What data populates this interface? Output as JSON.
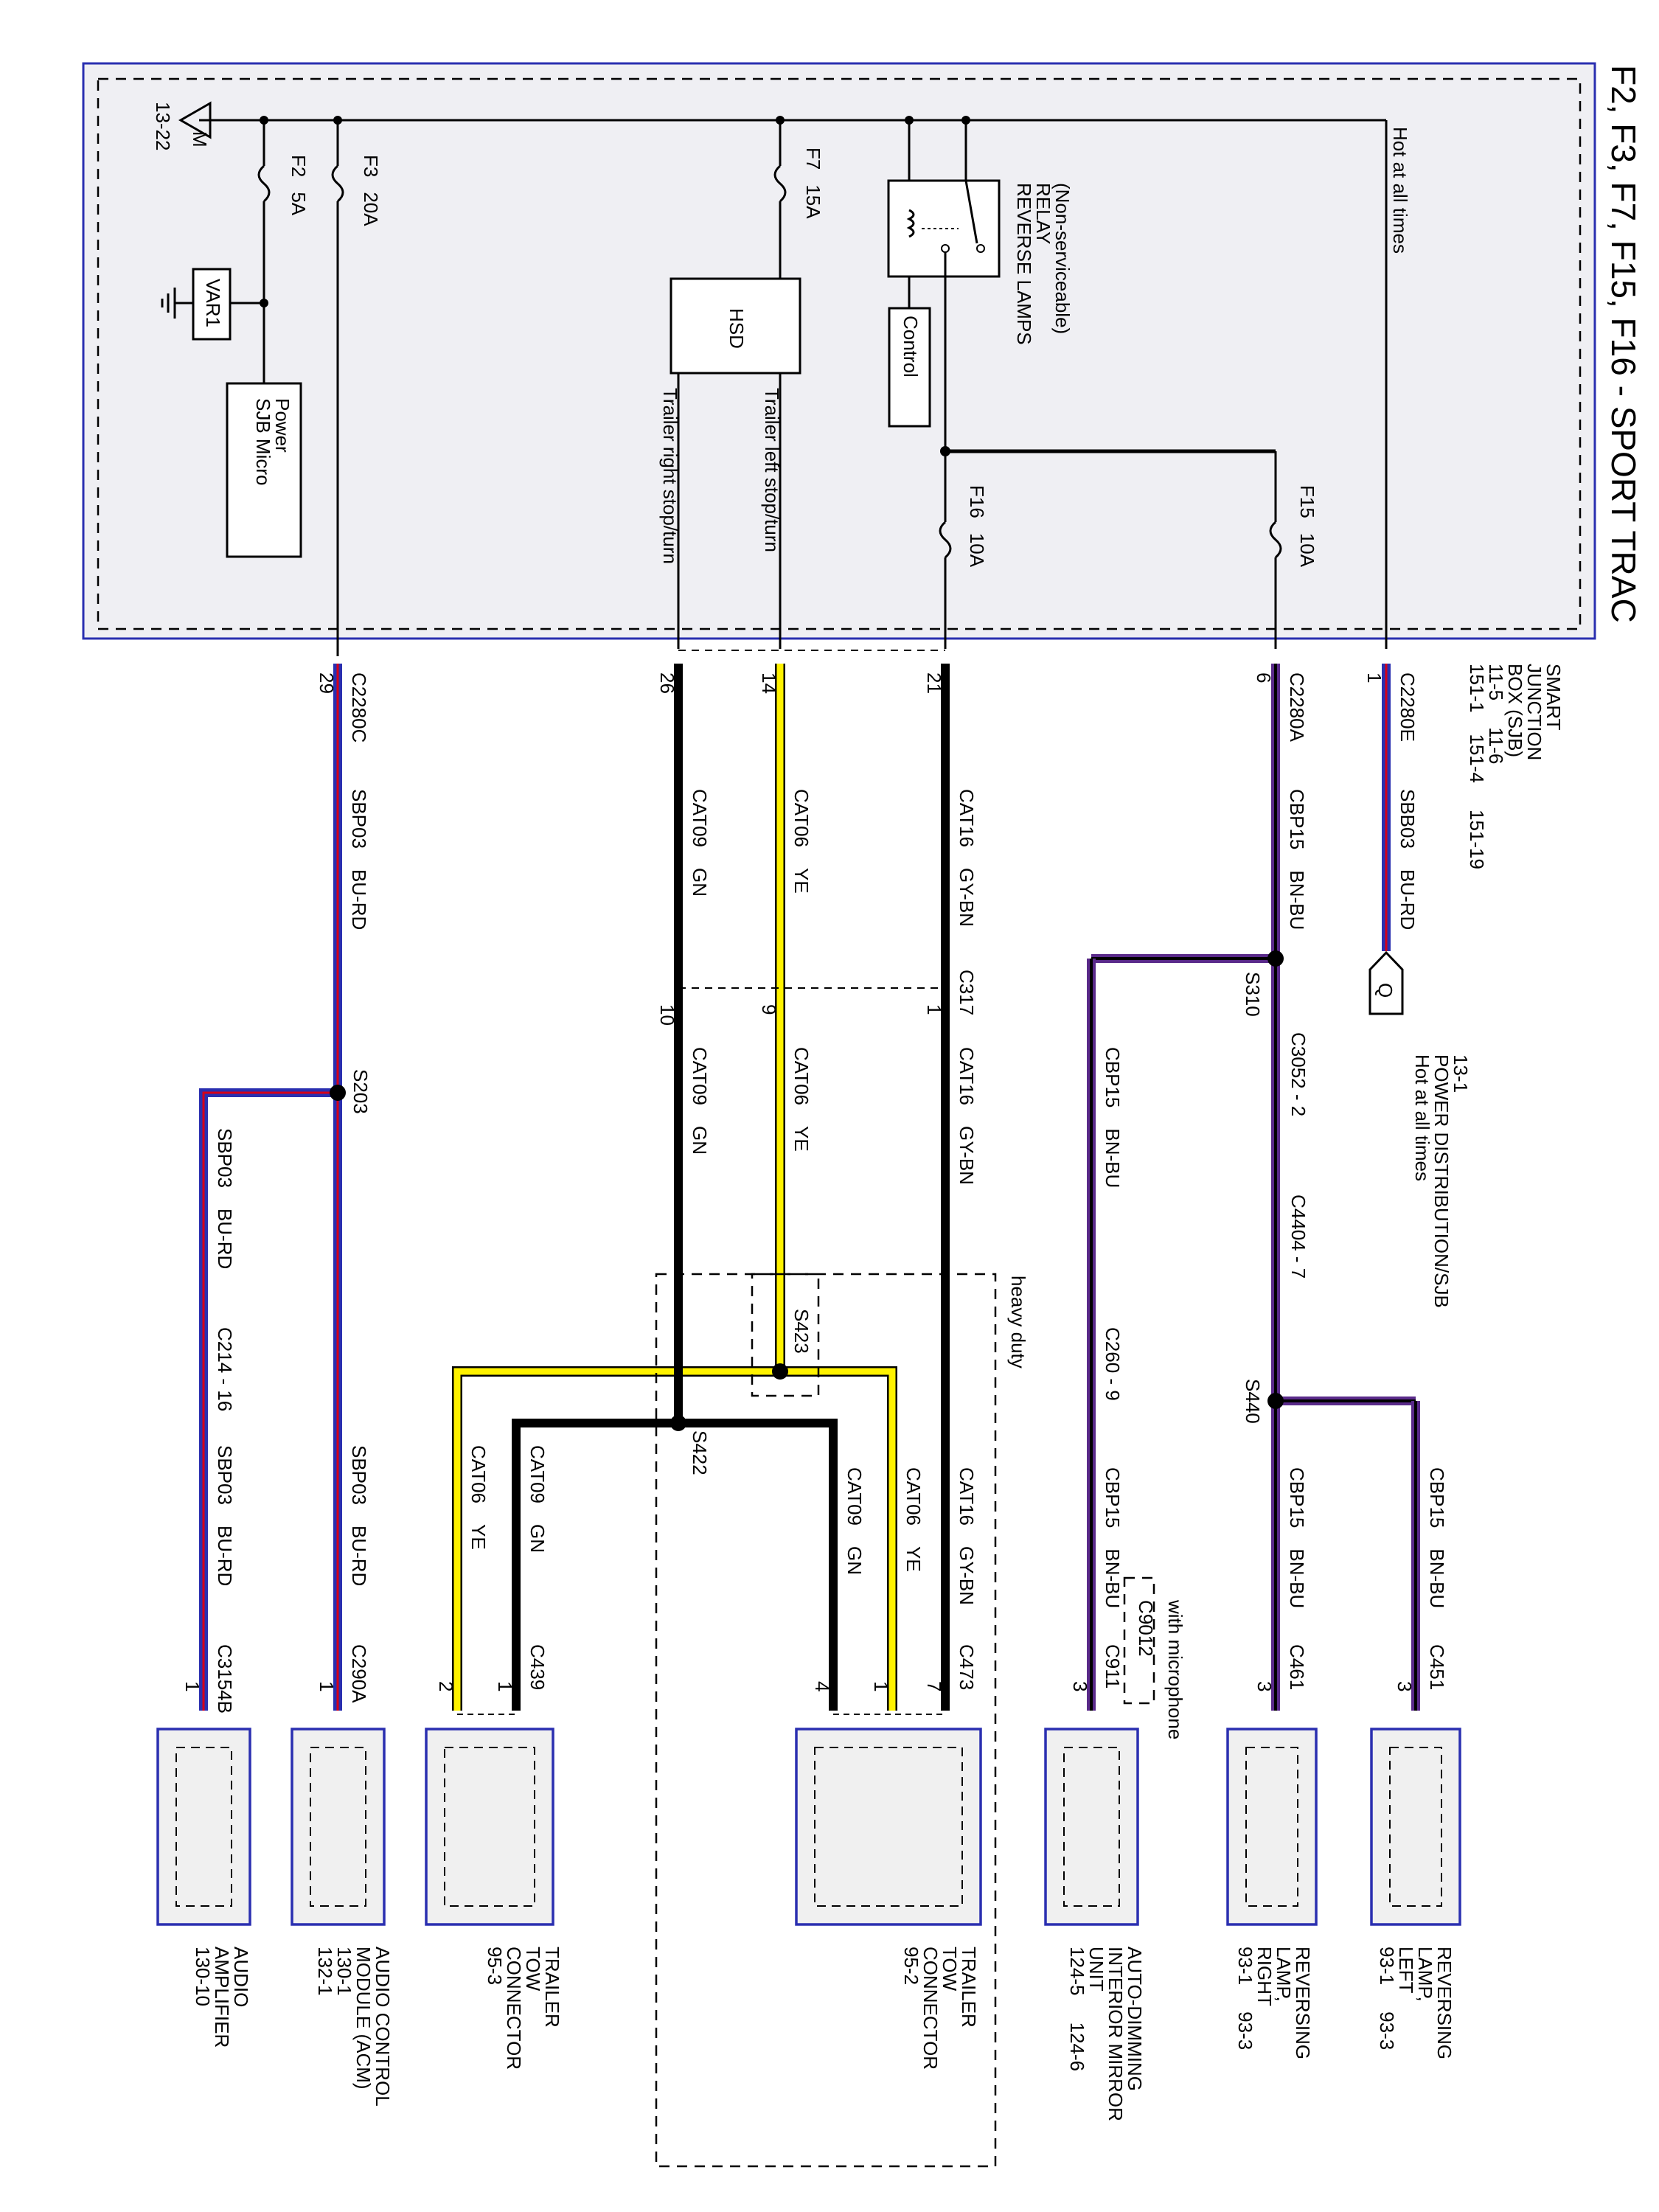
{
  "title": "F2, F3, F7, F15, F16 - SPORT TRAC",
  "colors": {
    "yellow": "#fff200",
    "black": "#000000",
    "blue": "#2a2fb0",
    "red": "#d4001a",
    "purple": "#5a2a8a",
    "box_border": "#2a2fb0",
    "box_fill": "#f0f0f0"
  },
  "sjb": {
    "lines": [
      "SMART",
      "JUNCTION",
      "BOX (SJB)",
      "11-5     11-6",
      "151-1    151-4     151-19"
    ],
    "hot_at_all_times": "Hot at all times",
    "ground_ref": "M",
    "ground_ref_page": "13-22",
    "fuses": {
      "f2": {
        "id": "F2",
        "rating": "5A"
      },
      "f3": {
        "id": "F3",
        "rating": "20A"
      },
      "f7": {
        "id": "F7",
        "rating": "15A"
      },
      "f15": {
        "id": "F15",
        "rating": "10A"
      },
      "f16": {
        "id": "F16",
        "rating": "10A"
      }
    },
    "var1": "VAR1",
    "micro_power": [
      "SJB Micro",
      "Power"
    ],
    "hsd": "HSD",
    "relay": [
      "REVERSE LAMPS",
      "RELAY",
      "(Non-serviceable)"
    ],
    "control": "Control",
    "trailer_left": "Trailer left stop/turn",
    "trailer_right": "Trailer right stop/turn"
  },
  "pdb": {
    "ref": "Q",
    "lines": [
      "Hot at all times",
      "POWER DISTRIBUTION/SJB",
      "13-1"
    ]
  },
  "connectors": {
    "c2280e": {
      "name": "C2280E",
      "pin": "1"
    },
    "c2280a": {
      "name": "C2280A",
      "pin": "6"
    },
    "c2280c": {
      "name": "C2280C",
      "pin": "29"
    },
    "pin21": "21",
    "pin14": "14",
    "pin26": "26",
    "c317": {
      "name": "C317",
      "pin1": "1",
      "pin9": "9",
      "pin10": "10"
    },
    "c3052": "C3052 - 2",
    "c4404": "C4404 - 7",
    "c260": "C260 - 9",
    "c214": "C214 - 16",
    "c451": {
      "name": "C451",
      "pin": "3"
    },
    "c461": {
      "name": "C461",
      "pin": "3"
    },
    "c911": {
      "name": "C911",
      "pin": "3"
    },
    "c9012": "C9012",
    "with_microphone": "with microphone",
    "c473": {
      "name": "C473",
      "pin4": "4",
      "pin1": "1",
      "pin7": "7"
    },
    "c439": {
      "name": "C439",
      "pin2": "2",
      "pin1": "1"
    },
    "c290a": {
      "name": "C290A",
      "pin": "1"
    },
    "c3154b": {
      "name": "C3154B",
      "pin": "1"
    }
  },
  "splices": {
    "s310": "S310",
    "s440": "S440",
    "s203": "S203",
    "s423": "S423",
    "s422": "S422"
  },
  "heavy_duty": "heavy duty",
  "wires": {
    "sbb03": {
      "circuit": "SBB03",
      "color": "BU-RD"
    },
    "cbp15": {
      "circuit": "CBP15",
      "color": "BN-BU"
    },
    "cat16": {
      "circuit": "CAT16",
      "color": "GY-BN"
    },
    "cat06": {
      "circuit": "CAT06",
      "color": "YE"
    },
    "cat09": {
      "circuit": "CAT09",
      "color": "GN"
    },
    "sbp03": {
      "circuit": "SBP03",
      "color": "BU-RD"
    }
  },
  "components": {
    "rev_left": {
      "lines": [
        "REVERSING",
        "LAMP,",
        "LEFT",
        "93-1     93-3"
      ]
    },
    "rev_right": {
      "lines": [
        "REVERSING",
        "LAMP,",
        "RIGHT",
        "93-1     93-3"
      ]
    },
    "mirror": {
      "lines": [
        "AUTO-DIMMING",
        "INTERIOR MIRROR",
        "UNIT",
        "124-5     124-6"
      ]
    },
    "tow_heavy": {
      "lines": [
        "TRAILER",
        "TOW",
        "CONNECTOR",
        "95-2"
      ]
    },
    "tow": {
      "lines": [
        "TRAILER",
        "TOW",
        "CONNECTOR",
        "95-3"
      ]
    },
    "acm": {
      "lines": [
        "AUDIO CONTROL",
        "MODULE (ACM)",
        "130-1",
        "132-1"
      ]
    },
    "amp": {
      "lines": [
        "AUDIO",
        "AMPLIFIER",
        "130-10"
      ]
    }
  }
}
